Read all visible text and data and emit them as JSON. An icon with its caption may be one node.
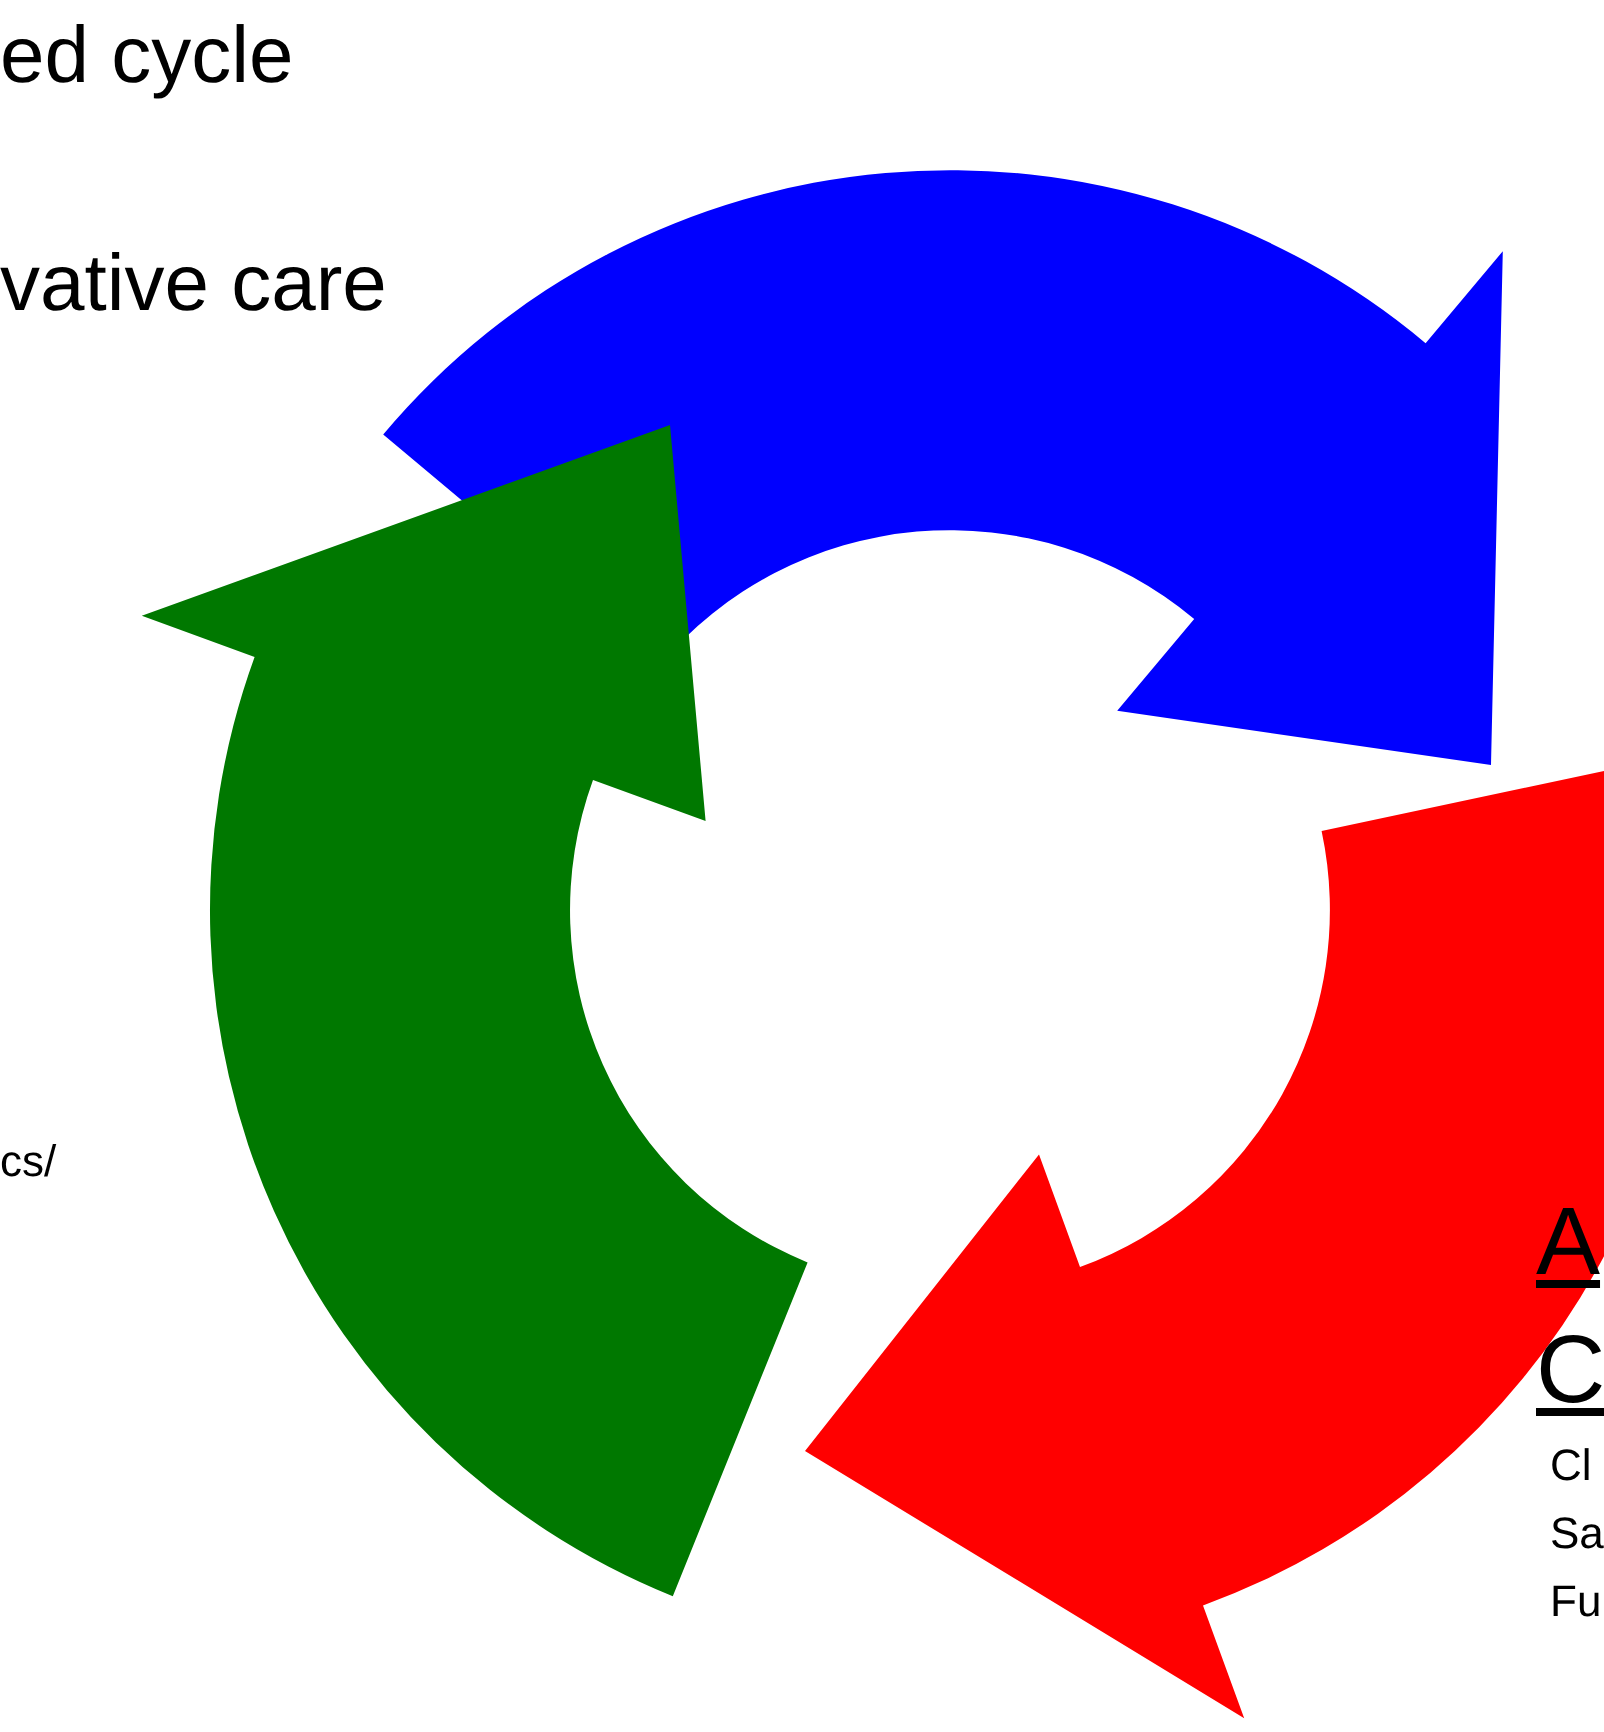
{
  "diagram": {
    "labels": [
      "ed cycle",
      "vative care",
      "cs/",
      "A",
      "C",
      "Cl",
      "Sa",
      "Fu"
    ]
  }
}
